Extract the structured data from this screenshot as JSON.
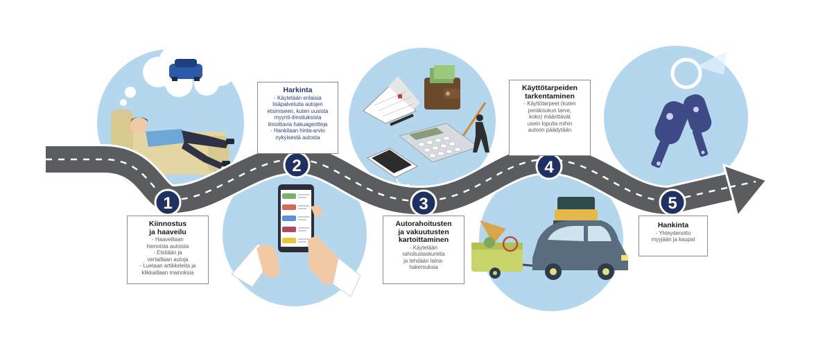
{
  "colors": {
    "road": "#5a5c5f",
    "road_edge": "#ffffff",
    "lane_mark": "#ffffff",
    "circle": "#b5d7ee",
    "badge": "#1f3160",
    "badge_text": "#ffffff"
  },
  "steps": [
    {
      "number": "1",
      "title": [
        "Kiinnostus",
        "ja haaveilu"
      ],
      "lines": [
        "- Haaveillaan",
        "hienoista autoista",
        "- Etsitään ja",
        "vertaillaan autoja",
        "- Luetaan artikkeleita ja",
        "klikkaillaan mainoksia"
      ],
      "icon": "person-dreaming-of-car-icon"
    },
    {
      "number": "2",
      "title": [
        "Harkinta"
      ],
      "lines": [
        "- Käytetään erilaisia",
        "lisäpalveluita autojen",
        "etsimiseen, kuten uusista",
        "myynti-ilmoituksista",
        "ilmoittavia hakuagentteja",
        "- Hankitaan hinta-arvio",
        "nykyisestä autosta"
      ],
      "icon": "smartphone-car-listing-icon"
    },
    {
      "number": "3",
      "title": [
        "Autorahoitusten",
        "ja vakuutusten",
        "kartoittaminen"
      ],
      "lines": [
        "- Käytetään",
        "rahoituslaskureita",
        "ja tehdään laina-",
        "hakemuksia"
      ],
      "icon": "calculator-calendar-wallet-icon"
    },
    {
      "number": "4",
      "title": [
        "Käyttötarpeiden",
        "tarkentaminen"
      ],
      "lines": [
        "- Käyttötarpeet (kuten",
        "peräkoukun tarve,",
        "koko) määrittävät",
        "usein lopulta mihin",
        "autoon päädytään"
      ],
      "icon": "car-with-trailer-icon"
    },
    {
      "number": "5",
      "title": [
        "Hankinta"
      ],
      "lines": [
        "- Yhteydenotto",
        "myyjään ja kaupat"
      ],
      "icon": "car-keys-icon"
    }
  ]
}
